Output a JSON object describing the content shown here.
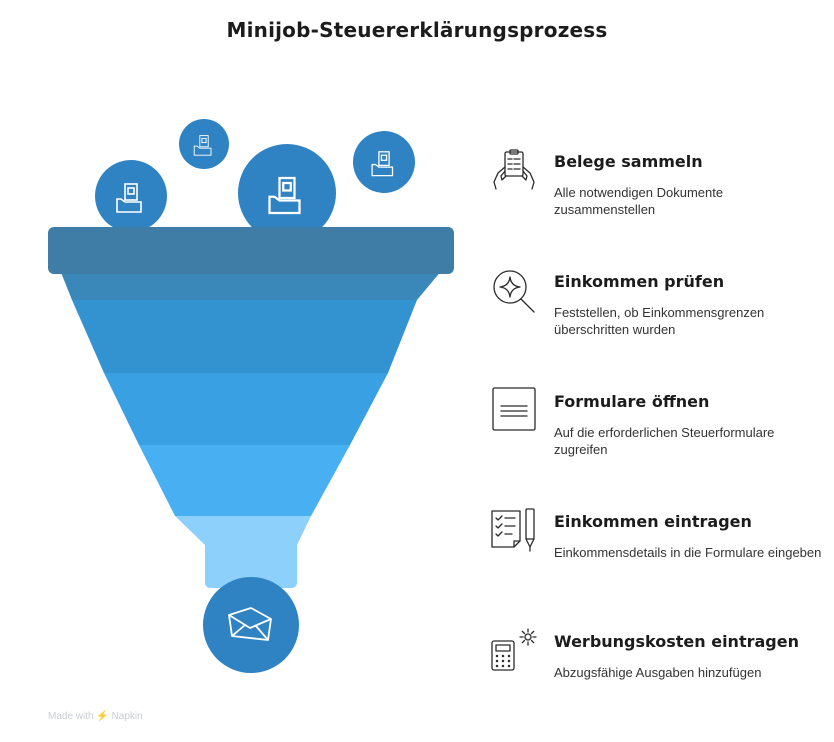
{
  "title": "Minijob-Steuererklärungsprozess",
  "colors": {
    "rim": "#3f7da6",
    "layer1": "#3393d1",
    "layer2": "#3aa0e4",
    "layer3": "#48b0f2",
    "layer4": "#8dd0fc",
    "circle": "#3083c3",
    "icon_stroke": "#ffffff",
    "text": "#1c1c1c"
  },
  "funnel": {
    "top_circle_icons": [
      "money-hand-icon",
      "money-hand-icon",
      "money-hand-icon",
      "money-hand-icon"
    ],
    "output_icon": "envelope-icon"
  },
  "steps": [
    {
      "title": "Belege sammeln",
      "description": "Alle notwendigen Dokumente zusammenstellen",
      "icon": "document-hands-icon"
    },
    {
      "title": "Einkommen prüfen",
      "description": "Feststellen, ob Einkommensgrenzen überschritten wurden",
      "icon": "magnifier-sparkle-icon"
    },
    {
      "title": "Formulare öffnen",
      "description": "Auf die erforderlichen Steuerformulare zugreifen",
      "icon": "form-icon"
    },
    {
      "title": "Einkommen eintragen",
      "description": "Einkommensdetails in die Formulare eingeben",
      "icon": "checklist-pen-icon"
    },
    {
      "title": "Werbungskosten eintragen",
      "description": "Abzugsfähige Ausgaben hinzufügen",
      "icon": "calculator-gear-icon"
    }
  ],
  "watermark": "Made with ⚡ Napkin"
}
